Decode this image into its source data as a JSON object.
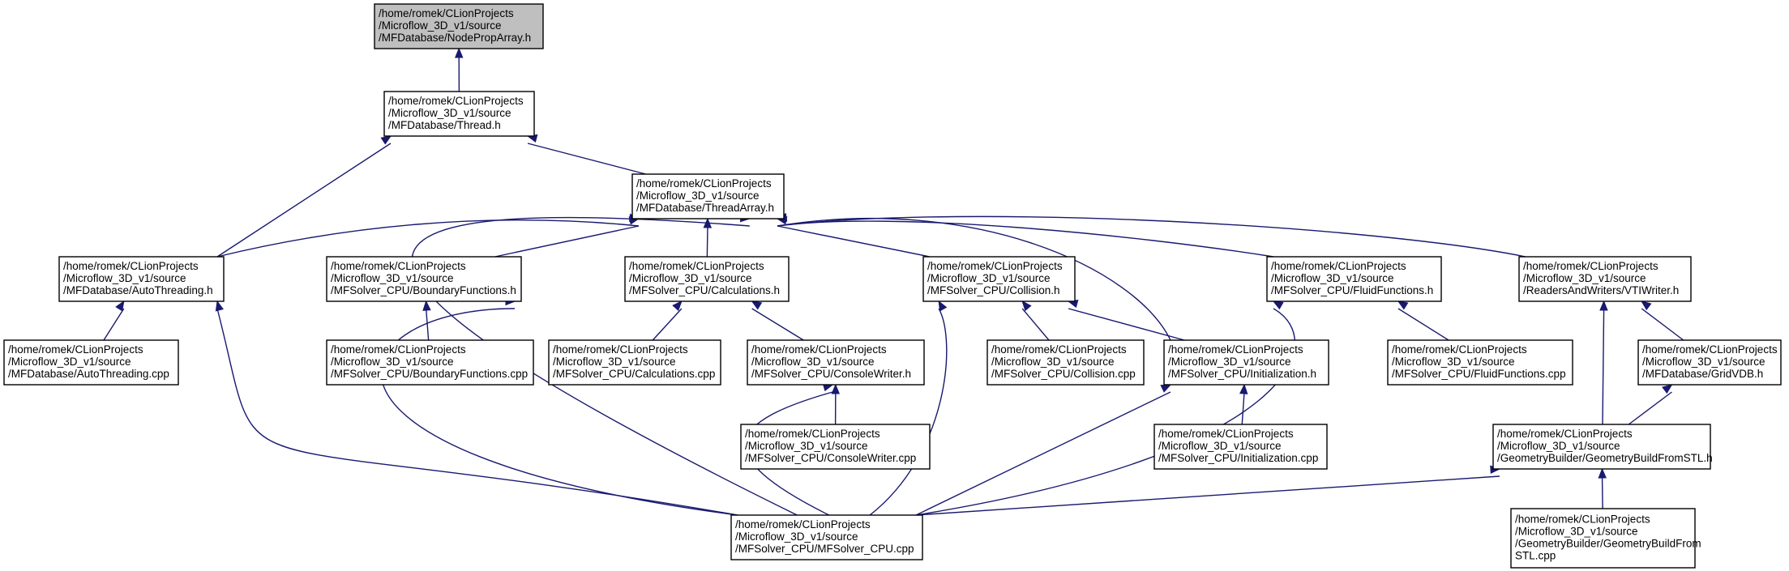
{
  "graph": {
    "kind": "include-dependency-graph",
    "colors": {
      "edge": "#191970",
      "root_fill": "#bfbfbf",
      "node_fill": "#ffffff",
      "node_border": "#000000"
    },
    "nodes": [
      {
        "id": "nodeproparray_h",
        "root": true,
        "lines": [
          "/home/romek/CLionProjects",
          "/Microflow_3D_v1/source",
          "/MFDatabase/NodePropArray.h"
        ]
      },
      {
        "id": "thread_h",
        "lines": [
          "/home/romek/CLionProjects",
          "/Microflow_3D_v1/source",
          "/MFDatabase/Thread.h"
        ]
      },
      {
        "id": "threadarray_h",
        "lines": [
          "/home/romek/CLionProjects",
          "/Microflow_3D_v1/source",
          "/MFDatabase/ThreadArray.h"
        ]
      },
      {
        "id": "autothreading_h",
        "lines": [
          "/home/romek/CLionProjects",
          "/Microflow_3D_v1/source",
          "/MFDatabase/AutoThreading.h"
        ]
      },
      {
        "id": "boundaryfunctions_h",
        "lines": [
          "/home/romek/CLionProjects",
          "/Microflow_3D_v1/source",
          "/MFSolver_CPU/BoundaryFunctions.h"
        ]
      },
      {
        "id": "calculations_h",
        "lines": [
          "/home/romek/CLionProjects",
          "/Microflow_3D_v1/source",
          "/MFSolver_CPU/Calculations.h"
        ]
      },
      {
        "id": "collision_h",
        "lines": [
          "/home/romek/CLionProjects",
          "/Microflow_3D_v1/source",
          "/MFSolver_CPU/Collision.h"
        ]
      },
      {
        "id": "fluidfunctions_h",
        "lines": [
          "/home/romek/CLionProjects",
          "/Microflow_3D_v1/source",
          "/MFSolver_CPU/FluidFunctions.h"
        ]
      },
      {
        "id": "vtiwriter_h",
        "lines": [
          "/home/romek/CLionProjects",
          "/Microflow_3D_v1/source",
          "/ReadersAndWriters/VTIWriter.h"
        ]
      },
      {
        "id": "autothreading_cpp",
        "lines": [
          "/home/romek/CLionProjects",
          "/Microflow_3D_v1/source",
          "/MFDatabase/AutoThreading.cpp"
        ]
      },
      {
        "id": "boundaryfunctions_cpp",
        "lines": [
          "/home/romek/CLionProjects",
          "/Microflow_3D_v1/source",
          "/MFSolver_CPU/BoundaryFunctions.cpp"
        ]
      },
      {
        "id": "calculations_cpp",
        "lines": [
          "/home/romek/CLionProjects",
          "/Microflow_3D_v1/source",
          "/MFSolver_CPU/Calculations.cpp"
        ]
      },
      {
        "id": "consolewriter_h",
        "lines": [
          "/home/romek/CLionProjects",
          "/Microflow_3D_v1/source",
          "/MFSolver_CPU/ConsoleWriter.h"
        ]
      },
      {
        "id": "collision_cpp",
        "lines": [
          "/home/romek/CLionProjects",
          "/Microflow_3D_v1/source",
          "/MFSolver_CPU/Collision.cpp"
        ]
      },
      {
        "id": "initialization_h",
        "lines": [
          "/home/romek/CLionProjects",
          "/Microflow_3D_v1/source",
          "/MFSolver_CPU/Initialization.h"
        ]
      },
      {
        "id": "fluidfunctions_cpp",
        "lines": [
          "/home/romek/CLionProjects",
          "/Microflow_3D_v1/source",
          "/MFSolver_CPU/FluidFunctions.cpp"
        ]
      },
      {
        "id": "gridvdb_h",
        "lines": [
          "/home/romek/CLionProjects",
          "/Microflow_3D_v1/source",
          "/MFDatabase/GridVDB.h"
        ]
      },
      {
        "id": "consolewriter_cpp",
        "lines": [
          "/home/romek/CLionProjects",
          "/Microflow_3D_v1/source",
          "/MFSolver_CPU/ConsoleWriter.cpp"
        ]
      },
      {
        "id": "initialization_cpp",
        "lines": [
          "/home/romek/CLionProjects",
          "/Microflow_3D_v1/source",
          "/MFSolver_CPU/Initialization.cpp"
        ]
      },
      {
        "id": "geometrybuildfromstl_h",
        "lines": [
          "/home/romek/CLionProjects",
          "/Microflow_3D_v1/source",
          "/GeometryBuilder/GeometryBuildFromSTL.h"
        ]
      },
      {
        "id": "mfsolver_cpu_cpp",
        "lines": [
          "/home/romek/CLionProjects",
          "/Microflow_3D_v1/source",
          "/MFSolver_CPU/MFSolver_CPU.cpp"
        ]
      },
      {
        "id": "geometrybuildfromstl_cpp",
        "lines": [
          "/home/romek/CLionProjects",
          "/Microflow_3D_v1/source",
          "/GeometryBuilder/GeometryBuildFrom",
          "STL.cpp"
        ]
      }
    ],
    "edges": [
      {
        "from": "thread_h",
        "to": "nodeproparray_h"
      },
      {
        "from": "autothreading_h",
        "to": "thread_h"
      },
      {
        "from": "threadarray_h",
        "to": "thread_h"
      },
      {
        "from": "autothreading_h",
        "to": "threadarray_h"
      },
      {
        "from": "boundaryfunctions_h",
        "to": "threadarray_h"
      },
      {
        "from": "calculations_h",
        "to": "threadarray_h"
      },
      {
        "from": "collision_h",
        "to": "threadarray_h"
      },
      {
        "from": "fluidfunctions_h",
        "to": "threadarray_h"
      },
      {
        "from": "vtiwriter_h",
        "to": "threadarray_h"
      },
      {
        "from": "initialization_h",
        "to": "threadarray_h"
      },
      {
        "from": "mfsolver_cpu_cpp",
        "to": "threadarray_h"
      },
      {
        "from": "autothreading_cpp",
        "to": "autothreading_h"
      },
      {
        "from": "mfsolver_cpu_cpp",
        "to": "autothreading_h"
      },
      {
        "from": "boundaryfunctions_cpp",
        "to": "boundaryfunctions_h"
      },
      {
        "from": "mfsolver_cpu_cpp",
        "to": "boundaryfunctions_h"
      },
      {
        "from": "calculations_cpp",
        "to": "calculations_h"
      },
      {
        "from": "consolewriter_h",
        "to": "calculations_h"
      },
      {
        "from": "consolewriter_cpp",
        "to": "consolewriter_h"
      },
      {
        "from": "mfsolver_cpu_cpp",
        "to": "consolewriter_h"
      },
      {
        "from": "collision_cpp",
        "to": "collision_h"
      },
      {
        "from": "initialization_h",
        "to": "collision_h"
      },
      {
        "from": "mfsolver_cpu_cpp",
        "to": "collision_h"
      },
      {
        "from": "initialization_cpp",
        "to": "initialization_h"
      },
      {
        "from": "mfsolver_cpu_cpp",
        "to": "initialization_h"
      },
      {
        "from": "fluidfunctions_cpp",
        "to": "fluidfunctions_h"
      },
      {
        "from": "mfsolver_cpu_cpp",
        "to": "fluidfunctions_h"
      },
      {
        "from": "gridvdb_h",
        "to": "vtiwriter_h"
      },
      {
        "from": "geometrybuildfromstl_h",
        "to": "vtiwriter_h"
      },
      {
        "from": "geometrybuildfromstl_h",
        "to": "gridvdb_h"
      },
      {
        "from": "mfsolver_cpu_cpp",
        "to": "geometrybuildfromstl_h"
      },
      {
        "from": "geometrybuildfromstl_cpp",
        "to": "geometrybuildfromstl_h"
      }
    ]
  }
}
